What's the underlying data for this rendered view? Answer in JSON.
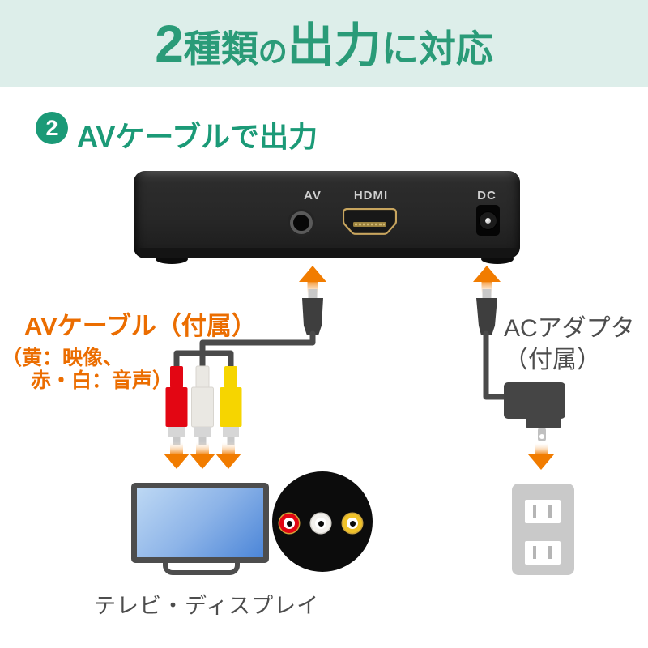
{
  "header": {
    "band_color": "#ddeeea",
    "title_color": "#2a9b78",
    "title": {
      "num": "2",
      "t1": "種類",
      "t2": "の",
      "t3": "出力",
      "t4": "に対応"
    }
  },
  "section": {
    "badge": "2",
    "title": "AVケーブルで出力",
    "color": "#1b9a77"
  },
  "device": {
    "port_av": "AV",
    "port_hdmi": "HDMI",
    "port_dc": "DC"
  },
  "av_cable": {
    "title": "AVケーブル（付属）",
    "note1": "（黄：映像、",
    "note2": "赤・白：音声）",
    "text_color": "#eb6d00",
    "plug_colors": {
      "red": "#e30613",
      "white": "#eae8e3",
      "yellow": "#f6d500"
    }
  },
  "ac_adapter": {
    "line1": "ACアダプタ",
    "line2": "（付属）"
  },
  "tv": {
    "caption": "テレビ・ディスプレイ"
  },
  "colors": {
    "accent_orange": "#f17c00",
    "cable_gray": "#4a4a4a",
    "text_gray": "#4d4d4d",
    "rca_jack_red": "#e20613",
    "rca_jack_white": "#f3f1ed",
    "rca_jack_yellow": "#f0c229"
  },
  "icons": {
    "arrow_up": "orange gradient up arrow",
    "arrow_down": "orange gradient down arrow",
    "av_plug": "3.5mm mini plug",
    "rca_plugs": "red/white/yellow RCA plugs",
    "ac_adapter": "wall power adapter",
    "outlet": "2-socket wall outlet",
    "tv": "flat screen television"
  }
}
